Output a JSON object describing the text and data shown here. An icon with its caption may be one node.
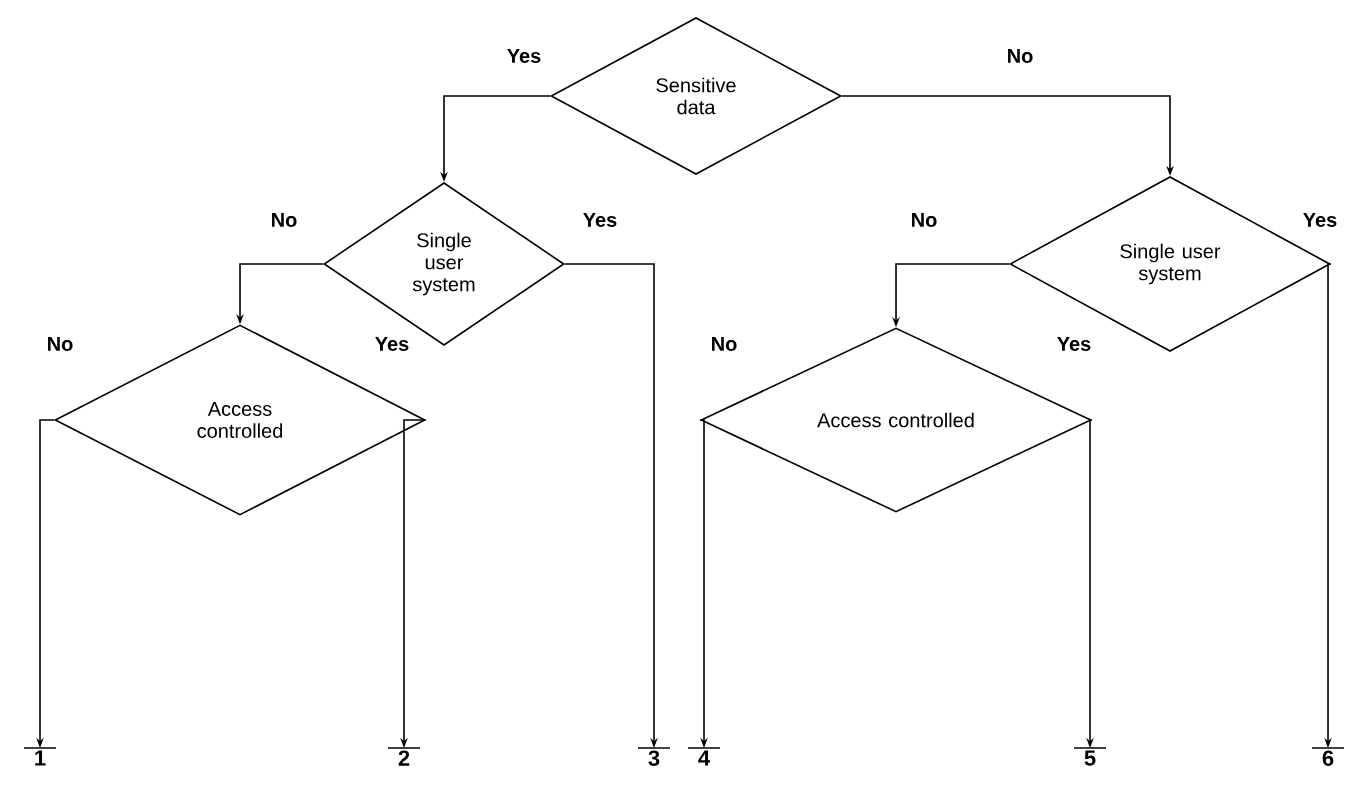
{
  "diagram": {
    "nodes": [
      {
        "text": [
          "Sensitive data"
        ]
      },
      {
        "text": [
          "Single user system"
        ]
      },
      {
        "text": [
          "Access controlled"
        ]
      },
      {
        "text": [
          "Single user system"
        ]
      },
      {
        "text": [
          "Access controlled"
        ]
      },
      {
        "text": [
          "1"
        ]
      },
      {
        "text": [
          "2"
        ]
      },
      {
        "text": [
          "3"
        ]
      },
      {
        "text": [
          "4"
        ]
      },
      {
        "text": [
          "5"
        ]
      },
      {
        "text": [
          "6"
        ]
      }
    ],
    "edges": [
      {
        "from": 0,
        "to": 1,
        "arrow": "to",
        "label": "Yes"
      },
      {
        "from": 0,
        "to": 3,
        "arrow": "to",
        "label": "No"
      },
      {
        "from": 1,
        "to": 2,
        "arrow": "to",
        "label": "No"
      },
      {
        "from": 1,
        "to": 7,
        "arrow": "to",
        "label": "Yes"
      },
      {
        "from": 2,
        "to": 5,
        "arrow": "to",
        "label": "No"
      },
      {
        "from": 2,
        "to": 6,
        "arrow": "to",
        "label": "Yes"
      },
      {
        "from": 3,
        "to": 4,
        "arrow": "to",
        "label": "No"
      },
      {
        "from": 3,
        "to": 10,
        "arrow": "to",
        "label": "Yes"
      },
      {
        "from": 4,
        "to": 8,
        "arrow": "to",
        "label": "No"
      },
      {
        "from": 4,
        "to": 9,
        "arrow": "to",
        "label": "Yes"
      }
    ]
  }
}
